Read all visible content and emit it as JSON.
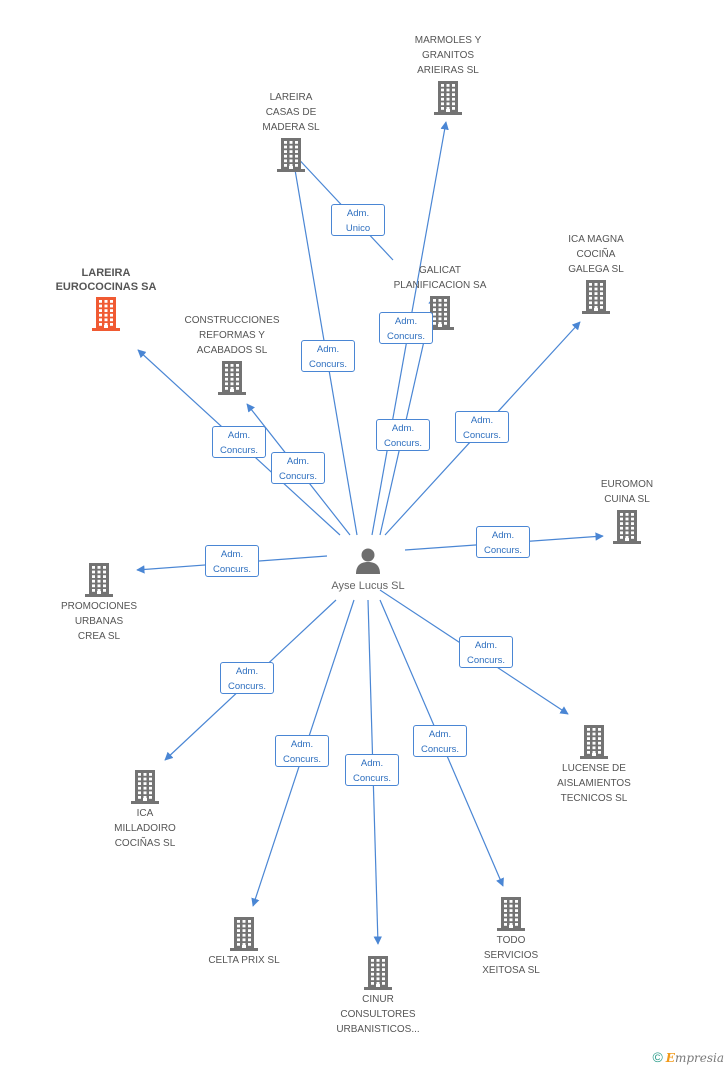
{
  "center": {
    "label": "Ayse Lucus SL",
    "icon": "person-icon"
  },
  "colors": {
    "edge": "#4a86d4",
    "building": "#737373",
    "focus_building": "#f05a32",
    "label": "#555555"
  },
  "companies": [
    {
      "id": "lareira-eurococinas",
      "label": "LAREIRA\nEUROCOCINAS SA",
      "focus": true
    },
    {
      "id": "lareira-casas",
      "label": "LAREIRA\nCASAS DE\nMADERA SL"
    },
    {
      "id": "marmoles",
      "label": "MARMOLES Y\nGRANITOS\nARIEIRAS SL"
    },
    {
      "id": "galicat",
      "label": "GALICAT\nPLANIFICACION SA"
    },
    {
      "id": "ica-magna",
      "label": "ICA MAGNA\nCOCIÑA\nGALEGA SL"
    },
    {
      "id": "construcciones",
      "label": "CONSTRUCCIONES\nREFORMAS Y\nACABADOS SL"
    },
    {
      "id": "euromon",
      "label": "EUROMON\nCUINA SL"
    },
    {
      "id": "promociones",
      "label": "PROMOCIONES\nURBANAS\nCREA SL"
    },
    {
      "id": "lucense",
      "label": "LUCENSE DE\nAISLAMIENTOS\nTECNICOS SL"
    },
    {
      "id": "ica-milladoiro",
      "label": "ICA\nMILLADOIRO\nCOCIÑAS SL"
    },
    {
      "id": "todo",
      "label": "TODO\nSERVICIOS\nXEITOSA SL"
    },
    {
      "id": "celta",
      "label": "CELTA PRIX SL"
    },
    {
      "id": "cinur",
      "label": "CINUR\nCONSULTORES\nURBANISTICOS..."
    }
  ],
  "relations": [
    {
      "from": "galicat",
      "to": "lareira-casas",
      "label": "Adm.\nUnico"
    },
    {
      "from": "center",
      "to": "lareira-casas",
      "label": "Adm.\nConcurs."
    },
    {
      "from": "center",
      "to": "marmoles",
      "label": "Adm.\nConcurs."
    },
    {
      "from": "center",
      "to": "galicat",
      "label": "Adm.\nConcurs."
    },
    {
      "from": "center",
      "to": "ica-magna",
      "label": "Adm.\nConcurs."
    },
    {
      "from": "center",
      "to": "lareira-eurococinas",
      "label": "Adm.\nConcurs."
    },
    {
      "from": "center",
      "to": "construcciones",
      "label": "Adm.\nConcurs."
    },
    {
      "from": "center",
      "to": "euromon",
      "label": "Adm.\nConcurs."
    },
    {
      "from": "center",
      "to": "promociones",
      "label": "Adm.\nConcurs."
    },
    {
      "from": "center",
      "to": "lucense",
      "label": "Adm.\nConcurs."
    },
    {
      "from": "center",
      "to": "ica-milladoiro",
      "label": "Adm.\nConcurs."
    },
    {
      "from": "center",
      "to": "celta",
      "label": "Adm.\nConcurs."
    },
    {
      "from": "center",
      "to": "cinur",
      "label": "Adm.\nConcurs."
    },
    {
      "from": "center",
      "to": "todo",
      "label": "Adm.\nConcurs."
    }
  ],
  "footer": {
    "copyright": "©",
    "brand_initial": "E",
    "brand_rest": "mpresia"
  }
}
